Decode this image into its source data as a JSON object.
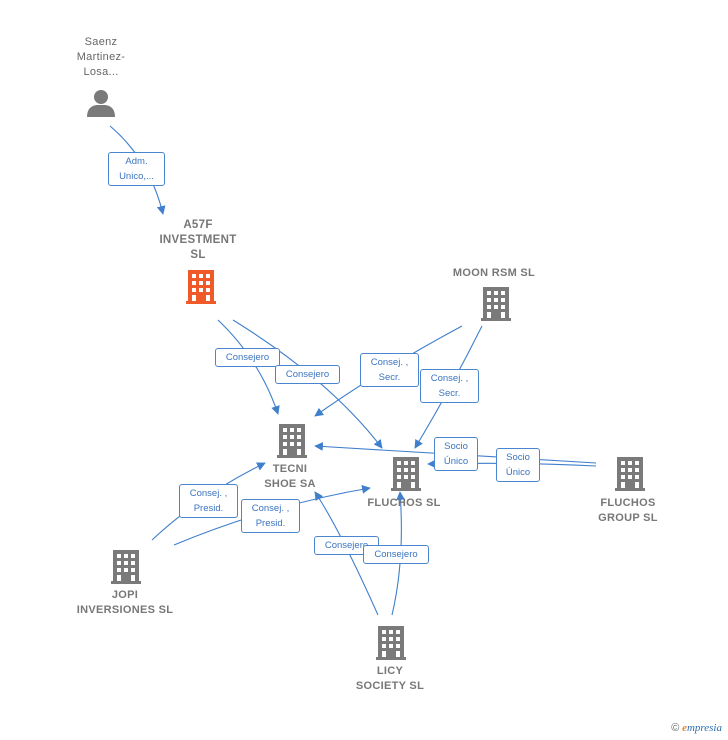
{
  "nodes": {
    "saenz": {
      "label": "Saenz\nMartinez-\nLosa..."
    },
    "a57f": {
      "label": "A57F\nINVESTMENT\nSL"
    },
    "moon": {
      "label": "MOON RSM  SL"
    },
    "tecni": {
      "label": "TECNI\nSHOE SA"
    },
    "fluchos": {
      "label": "FLUCHOS SL"
    },
    "fluchos_group": {
      "label": "FLUCHOS\nGROUP  SL"
    },
    "jopi": {
      "label": "JOPI\nINVERSIONES SL"
    },
    "licy": {
      "label": "LICY\nSOCIETY  SL"
    }
  },
  "edges": {
    "saenz_a57f": "Adm.\nUnico,...",
    "a57f_tecni": "Consejero",
    "a57f_fluchos": "Consejero",
    "moon_tecni": "Consej. ,\nSecr.",
    "moon_fluchos": "Consej. ,\nSecr.",
    "group_tecni": "Socio\nÚnico",
    "group_fluchos": "Socio\nÚnico",
    "jopi_tecni": "Consej. ,\nPresid.",
    "jopi_fluchos": "Consej. ,\nPresid.",
    "licy_tecni": "Consejero",
    "licy_fluchos": "Consejero"
  },
  "colors": {
    "edge": "#3f7fcc",
    "building": "#7a7a7a",
    "focus": "#f05a28",
    "person": "#7a7a7a"
  },
  "footer": {
    "copyright": "©",
    "brand_first": "e",
    "brand_rest": "mpresia"
  }
}
